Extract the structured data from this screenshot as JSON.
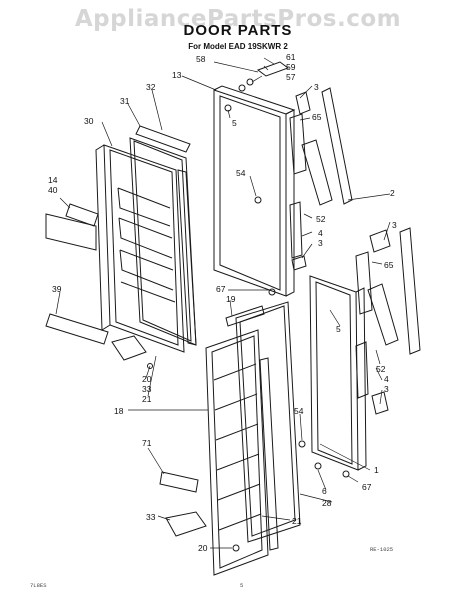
{
  "watermark": "AppliancePartsPros.com",
  "title": "DOOR PARTS",
  "subtitle": "For Model EAD 19SKWR 2",
  "diagram_code": "RE-1025",
  "page_code": "7L8ES",
  "page_number": "5",
  "labels": [
    "61",
    "59",
    "57",
    "58",
    "13",
    "3",
    "32",
    "31",
    "5",
    "65",
    "30",
    "14",
    "40",
    "54",
    "2",
    "52",
    "4",
    "3",
    "3",
    "39",
    "67",
    "19",
    "65",
    "5",
    "52",
    "20",
    "33",
    "21",
    "18",
    "54",
    "4",
    "3",
    "1",
    "71",
    "6",
    "28",
    "67",
    "33",
    "21",
    "20"
  ]
}
